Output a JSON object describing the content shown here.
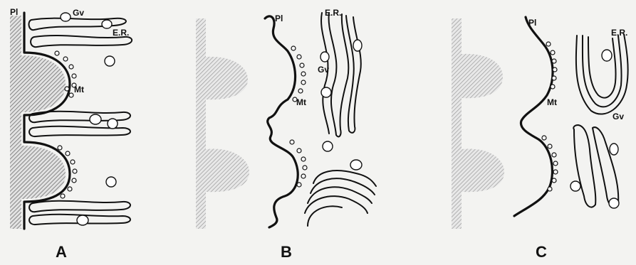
{
  "panels": [
    {
      "id": "A",
      "letter": "A",
      "labels": {
        "pl": "Pl",
        "gv": "Gv",
        "er": "E.R.",
        "mt": "Mt"
      }
    },
    {
      "id": "B",
      "letter": "B",
      "labels": {
        "pl": "Pl",
        "gv": "Gv",
        "er": "E.R.",
        "mt": "Mt"
      }
    },
    {
      "id": "C",
      "letter": "C",
      "labels": {
        "pl": "Pl",
        "gv": "Gv",
        "er": "E.R.",
        "mt": "Mt"
      }
    }
  ]
}
